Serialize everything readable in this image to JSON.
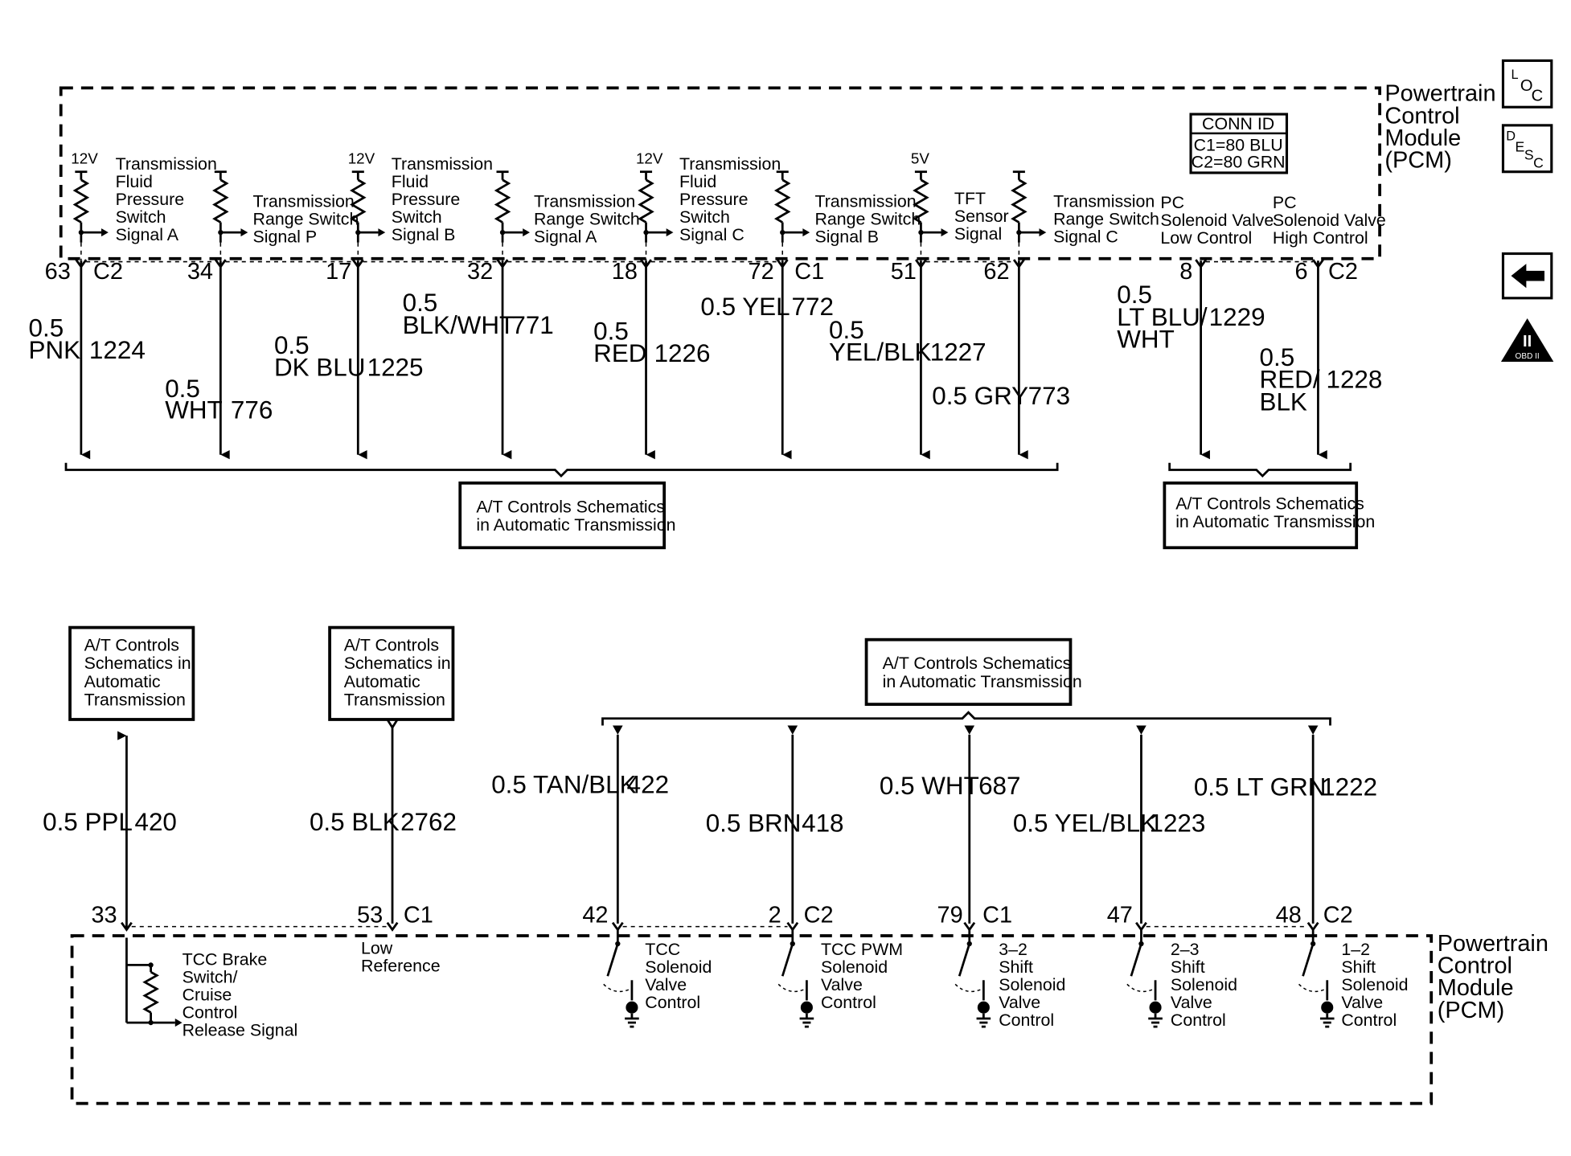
{
  "colors": {
    "ink": "#000000",
    "background": "#ffffff"
  },
  "module": {
    "name": [
      "Powertrain",
      "Control",
      "Module",
      "(PCM)"
    ]
  },
  "conn_id": {
    "title": "CONN ID",
    "lines": [
      "C1=80 BLU",
      "C2=80 GRN"
    ]
  },
  "icons": {
    "loc": {
      "name": "loc-icon",
      "letters": [
        "L",
        "O",
        "C"
      ]
    },
    "desc": {
      "name": "desc-icon",
      "letters": [
        "D",
        "E",
        "S",
        "C"
      ]
    },
    "back": {
      "name": "back-arrow-icon"
    },
    "obd": {
      "name": "obd-ii-icon",
      "numeral": "II",
      "label": "OBD II"
    }
  },
  "top_circuits": [
    {
      "id": "c1224",
      "voltage": "12V",
      "func": [
        "Transmission",
        "Fluid",
        "Pressure",
        "Switch",
        "Signal A"
      ],
      "pin": "63",
      "conn": "C2",
      "size": "0.5",
      "color": "PNK",
      "circuit": "1224"
    },
    {
      "id": "c776",
      "voltage": "",
      "func": [
        "Transmission",
        "Range Switch",
        "Signal P"
      ],
      "pin": "34",
      "conn": "",
      "size": "0.5",
      "color": "WHT",
      "circuit": "776"
    },
    {
      "id": "c1225",
      "voltage": "12V",
      "func": [
        "Transmission",
        "Fluid",
        "Pressure",
        "Switch",
        "Signal B"
      ],
      "pin": "17",
      "conn": "",
      "size": "0.5",
      "color": "DK BLU",
      "circuit": "1225"
    },
    {
      "id": "c771",
      "voltage": "",
      "func": [
        "Transmission",
        "Range Switch",
        "Signal A"
      ],
      "pin": "32",
      "conn": "",
      "size": "0.5",
      "color": "BLK/WHT",
      "circuit": "771"
    },
    {
      "id": "c1226",
      "voltage": "12V",
      "func": [
        "Transmission",
        "Fluid",
        "Pressure",
        "Switch",
        "Signal C"
      ],
      "pin": "18",
      "conn": "",
      "size": "0.5",
      "color": "RED",
      "circuit": "1226"
    },
    {
      "id": "c772",
      "voltage": "",
      "func": [
        "Transmission",
        "Range Switch",
        "Signal B"
      ],
      "pin": "72",
      "conn": "C1",
      "size": "",
      "color": "0.5 YEL",
      "circuit": "772"
    },
    {
      "id": "c1227",
      "voltage": "5V",
      "func": [
        "TFT",
        "Sensor",
        "Signal"
      ],
      "pin": "51",
      "conn": "",
      "size": "0.5",
      "color": "YEL/BLK",
      "circuit": "1227"
    },
    {
      "id": "c773",
      "voltage": "",
      "func": [
        "Transmission",
        "Range Switch",
        "Signal C"
      ],
      "pin": "62",
      "conn": "",
      "size": "",
      "color": "0.5 GRY",
      "circuit": "773"
    },
    {
      "id": "c1229",
      "voltage": "",
      "func": [
        "PC",
        "Solenoid Valve",
        "Low Control"
      ],
      "pin": "8",
      "conn": "",
      "size": "0.5",
      "color": "LT BLU/ WHT",
      "color_lines": [
        "LT BLU/",
        "WHT"
      ],
      "circuit": "1229"
    },
    {
      "id": "c1228",
      "voltage": "",
      "func": [
        "PC",
        "Solenoid Valve",
        "High Control"
      ],
      "pin": "6",
      "conn": "C2",
      "size": "0.5",
      "color": "RED/ BLK",
      "color_lines": [
        "RED/",
        "BLK"
      ],
      "circuit": "1228"
    }
  ],
  "ref_boxes": {
    "top_main": [
      "A/T Controls Schematics",
      "in Automatic Transmission"
    ],
    "top_right": [
      "A/T Controls Schematics",
      "in Automatic Transmission"
    ],
    "bottom_420": [
      "A/T Controls",
      "Schematics in",
      "Automatic",
      "Transmission"
    ],
    "bottom_2762": [
      "A/T Controls",
      "Schematics in",
      "Automatic",
      "Transmission"
    ],
    "bottom_main": [
      "A/T Controls Schematics",
      "in Automatic Transmission"
    ]
  },
  "bottom_circuits": [
    {
      "id": "c420",
      "wire": "0.5 PPL",
      "circuit": "420",
      "pin": "33",
      "conn": "",
      "func": [
        "TCC Brake",
        "Switch/",
        "Cruise",
        "Control",
        "Release Signal"
      ]
    },
    {
      "id": "c2762",
      "wire": "0.5 BLK",
      "circuit": "2762",
      "pin": "53",
      "conn": "C1",
      "func": [
        "Low",
        "Reference"
      ]
    },
    {
      "id": "c422",
      "wire": "0.5 TAN/BLK",
      "circuit": "422",
      "pin": "42",
      "conn": "",
      "func": [
        "TCC",
        "Solenoid",
        "Valve",
        "Control"
      ]
    },
    {
      "id": "c418",
      "wire": "0.5 BRN",
      "circuit": "418",
      "pin": "2",
      "conn": "C2",
      "func": [
        "TCC PWM",
        "Solenoid",
        "Valve",
        "Control"
      ]
    },
    {
      "id": "c687",
      "wire": "0.5 WHT",
      "circuit": "687",
      "pin": "79",
      "conn": "C1",
      "func": [
        "3–2",
        "Shift",
        "Solenoid",
        "Valve",
        "Control"
      ]
    },
    {
      "id": "c1223",
      "wire": "0.5 YEL/BLK",
      "circuit": "1223",
      "pin": "47",
      "conn": "",
      "func": [
        "2–3",
        "Shift",
        "Solenoid",
        "Valve",
        "Control"
      ]
    },
    {
      "id": "c1222",
      "wire": "0.5 LT GRN",
      "circuit": "1222",
      "pin": "48",
      "conn": "C2",
      "func": [
        "1–2",
        "Shift",
        "Solenoid",
        "Valve",
        "Control"
      ]
    }
  ]
}
